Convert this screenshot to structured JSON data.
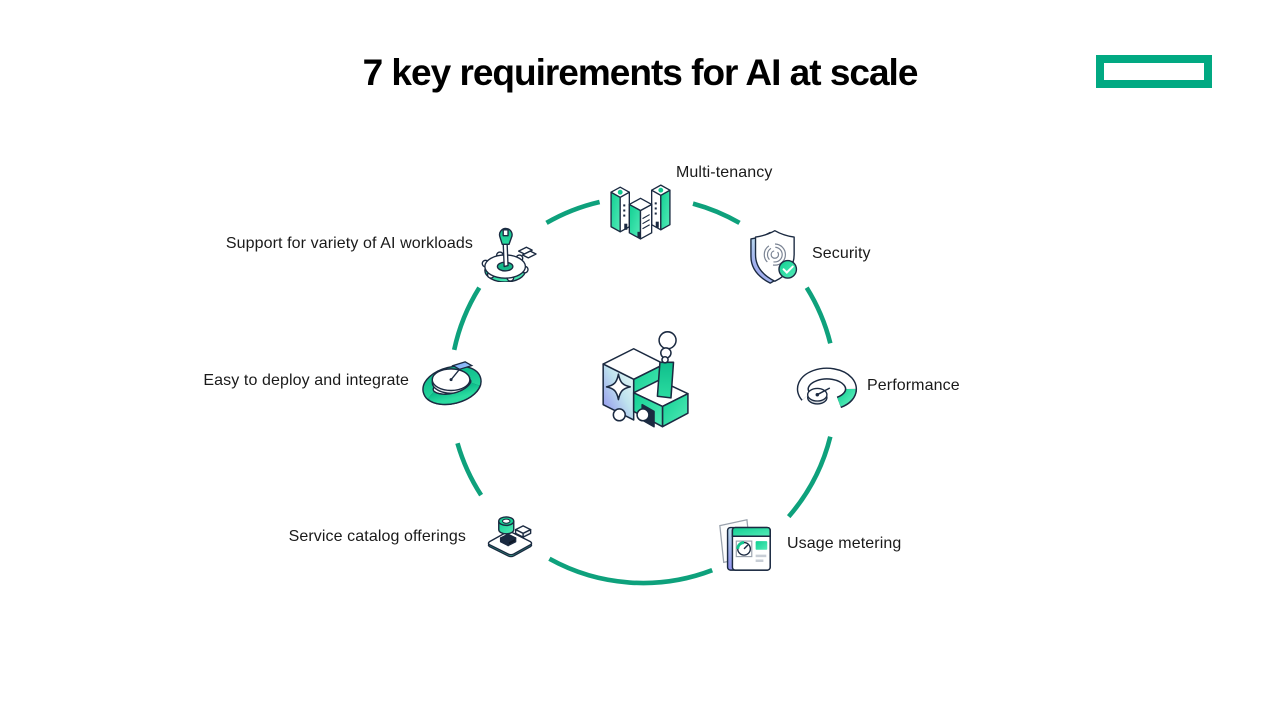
{
  "title": "7 key requirements for AI at scale",
  "logo": {
    "name": "hpe-element-logo",
    "color": "#01A982"
  },
  "colors": {
    "ring_green": "#0EA17C",
    "brand_green": "#01A982",
    "outline_navy": "#1B2A41",
    "teal": "#2BDFA3",
    "periwinkle": "#8D8BEE",
    "label_text": "#1a1a1a",
    "title_text": "#000000"
  },
  "diagram": {
    "center": {
      "icon": "ai-factory-icon"
    },
    "items": [
      {
        "id": "multi-tenancy",
        "label": "Multi-tenancy",
        "icon": "buildings-icon",
        "position": "top"
      },
      {
        "id": "security",
        "label": "Security",
        "icon": "shield-fingerprint-icon",
        "position": "top-right"
      },
      {
        "id": "performance",
        "label": "Performance",
        "icon": "gauge-icon",
        "position": "right"
      },
      {
        "id": "usage-metering",
        "label": "Usage metering",
        "icon": "metering-dashboard-icon",
        "position": "bottom-right"
      },
      {
        "id": "service-catalog",
        "label": "Service catalog offerings",
        "icon": "catalog-stack-icon",
        "position": "bottom-left"
      },
      {
        "id": "easy-deploy",
        "label": "Easy to deploy and integrate",
        "icon": "deploy-ring-icon",
        "position": "left"
      },
      {
        "id": "ai-workloads",
        "label": "Support for variety of AI workloads",
        "icon": "gear-wrench-icon",
        "position": "top-left"
      }
    ]
  }
}
